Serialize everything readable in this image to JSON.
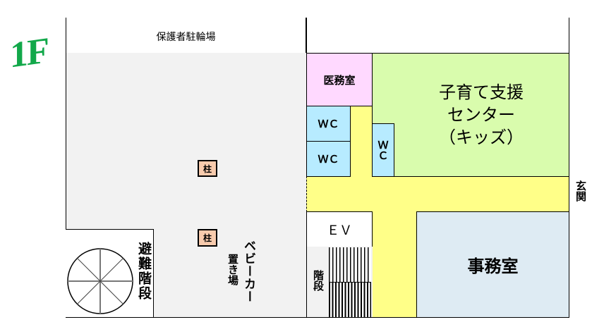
{
  "floor_label": "1F",
  "rooms": {
    "bike_parking": "保護者駐輪場",
    "pillar": "柱",
    "stroller_line1": "ベビーカー",
    "stroller_line2": "置き場",
    "evac_stairs": "避難階段",
    "medical": "医務室",
    "wc": "ＷＣ",
    "kids_line1": "子育て支援",
    "kids_line2": "センター",
    "kids_line3": "（キッズ）",
    "ev": "ＥＶ",
    "stairs": "階段",
    "office": "事務室",
    "entrance": "玄関"
  },
  "colors": {
    "green": "#12a84a",
    "gray": "#f2f2f2",
    "pink": "#ffd9ff",
    "blue": "#b7ebff",
    "yellow": "#ffff88",
    "lime": "#d9fcad",
    "office": "#deebf3",
    "pillar": "#f8cbad"
  }
}
